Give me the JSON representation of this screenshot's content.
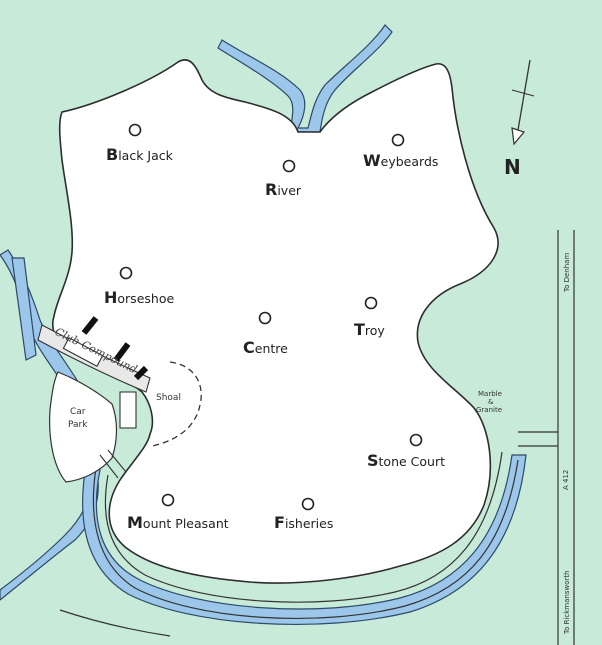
{
  "colors": {
    "land": "#c8ead9",
    "lake": "#ffffff",
    "water": "#9cc7ea",
    "outline": "#2d2d2d"
  },
  "north_label": "N",
  "swims": [
    {
      "cap": "B",
      "rest": "lack Jack"
    },
    {
      "cap": "R",
      "rest": "iver"
    },
    {
      "cap": "W",
      "rest": "eybeards"
    },
    {
      "cap": "H",
      "rest": "orseshoe"
    },
    {
      "cap": "C",
      "rest": "entre"
    },
    {
      "cap": "T",
      "rest": "roy"
    },
    {
      "cap": "S",
      "rest": "tone Court"
    },
    {
      "cap": "M",
      "rest": "ount Pleasant"
    },
    {
      "cap": "F",
      "rest": "isheries"
    }
  ],
  "features": {
    "shoal": "Shoal",
    "car_park_line1": "Car",
    "car_park_line2": "Park",
    "club_compound": "Club Compound",
    "marble_line1": "Marble",
    "marble_line2": "&",
    "marble_line3": "Granite"
  },
  "roads": {
    "a412": "A 412",
    "to_denham": "To Denham",
    "to_rickmansworth": "To Rickmansworth"
  }
}
